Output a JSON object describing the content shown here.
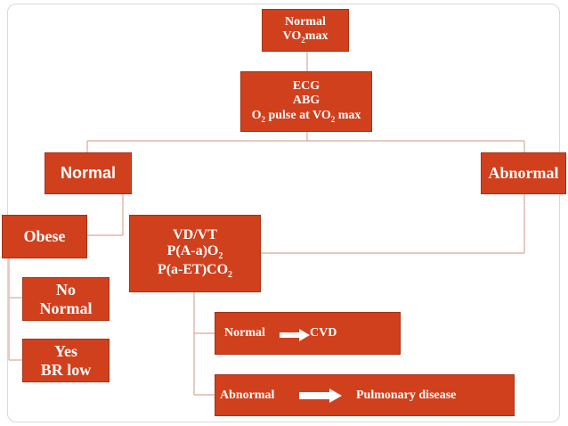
{
  "colors": {
    "box": "#d1401d",
    "connector": "#d9a898"
  },
  "nodes": {
    "root": {
      "line1": "Normal",
      "line2_prefix": "VO",
      "line2_sub": "2",
      "line2_suffix": "max"
    },
    "tests": {
      "line1": "ECG",
      "line2": "ABG",
      "line3_a": "O",
      "line3_sub1": "2",
      "line3_b": " pulse at VO",
      "line3_sub2": "2",
      "line3_c": " max"
    },
    "normal": {
      "label": "Normal"
    },
    "abnormal": {
      "label": "Abnormal"
    },
    "obese": {
      "label": "Obese"
    },
    "vdvt": {
      "line1": "VD/VT",
      "line2_a": "P(A-a)O",
      "line2_sub": "2",
      "line3_a": "P(a-ET)CO",
      "line3_sub": "2"
    },
    "no_normal": {
      "line1": "No",
      "line2": "Normal"
    },
    "yes_br": {
      "line1": "Yes",
      "line2": "BR low"
    },
    "normal_cvd": {
      "left": "Normal",
      "right": "CVD",
      "arrow_icon": "arrow-right-icon"
    },
    "abnormal_pulm": {
      "left": "Abnormal",
      "right": "Pulmonary disease",
      "arrow_icon": "arrow-right-icon"
    }
  }
}
